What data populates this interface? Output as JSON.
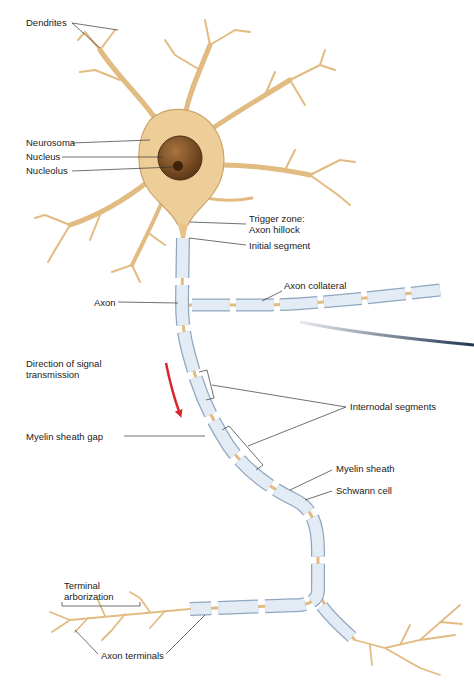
{
  "diagram": {
    "labels": [
      "Dendrites",
      "Neurosoma",
      "Nucleus",
      "Nucleolus",
      "Trigger zone:",
      "Axon hillock",
      "Initial segment",
      "Axon",
      "Axon collateral",
      "Direction of signal transmission",
      "Internodal segments",
      "Myelin sheath gap",
      "Myelin sheath",
      "Schwann cell",
      "Terminal arborization",
      "Axon terminals"
    ]
  }
}
